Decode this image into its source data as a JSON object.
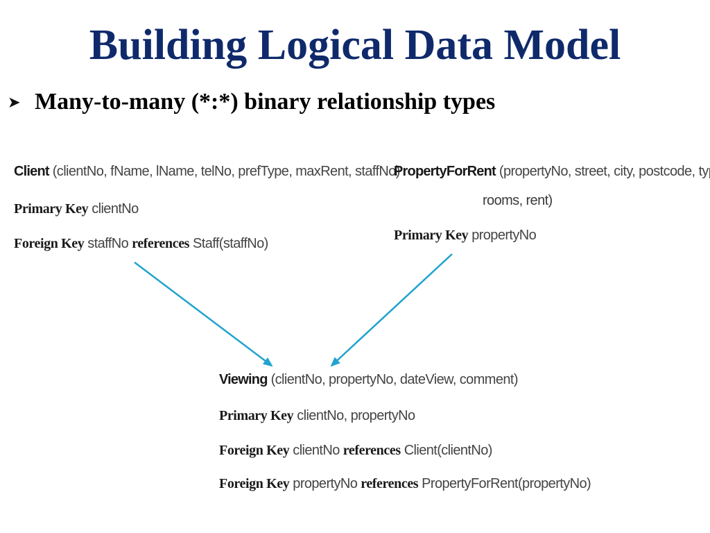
{
  "slide": {
    "title": "Building Logical Data Model",
    "bullet": "Many-to-many (*:*) binary relationship types"
  },
  "client": {
    "name": "Client",
    "attributes": "(clientNo, fName, lName, telNo, prefType, maxRent, staffNo)",
    "pk_label": "Primary Key",
    "pk_value": "clientNo",
    "fk_label": "Foreign Key",
    "fk_field": "staffNo",
    "references_label": "references",
    "fk_target": "Staff(staffNo)"
  },
  "property": {
    "name": "PropertyForRent",
    "attributes_line1": "(propertyNo, street, city, postcode, type,",
    "attributes_line2": "rooms, rent)",
    "pk_label": "Primary Key",
    "pk_value": "propertyNo"
  },
  "viewing": {
    "name": "Viewing",
    "attributes": "(clientNo, propertyNo, dateView, comment)",
    "pk_label": "Primary Key",
    "pk_value": "clientNo, propertyNo",
    "fk1_label": "Foreign Key",
    "fk1_field": "clientNo",
    "fk1_references_label": "references",
    "fk1_target": "Client(clientNo)",
    "fk2_label": "Foreign Key",
    "fk2_field": "propertyNo",
    "fk2_references_label": "references",
    "fk2_target": "PropertyForRent(propertyNo)"
  },
  "colors": {
    "title": "#0f2a6b",
    "arrow": "#1fa3cf",
    "text": "#3a3a3a"
  },
  "icons": {
    "bullet": "arrowhead-bullet-icon",
    "connector": "arrow-icon"
  }
}
